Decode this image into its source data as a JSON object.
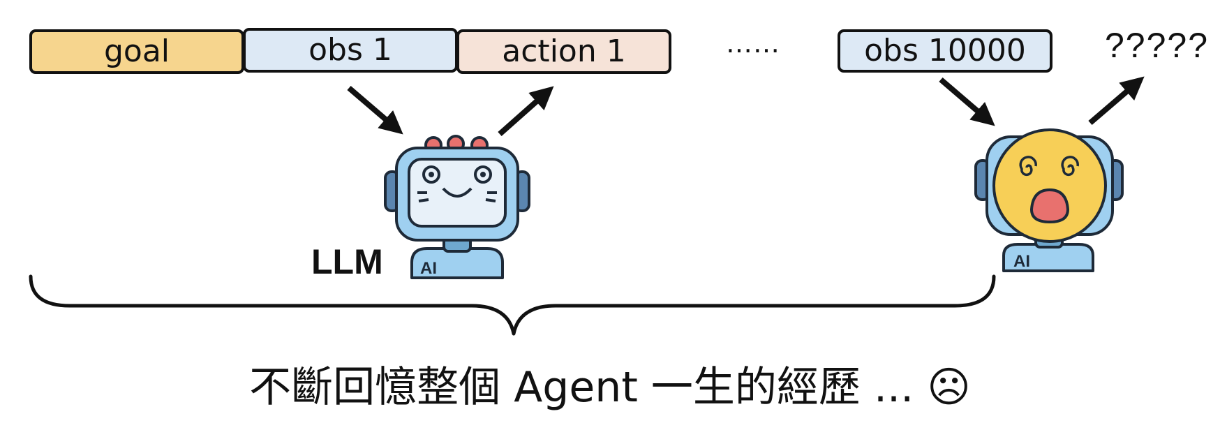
{
  "tokens": {
    "goal": "goal",
    "obs_first": "obs 1",
    "action_first": "action 1",
    "obs_last": "obs 10000"
  },
  "ellipsis": "……",
  "unknown_output": "?????",
  "model_label": "LLM",
  "robot_badge": "AI",
  "caption": "不斷回憶整個 Agent 一生的經歷 ... ☹",
  "colors": {
    "goal": "#f6d58e",
    "obs": "#dde9f5",
    "action": "#f6e3d8",
    "robot_body": "#9fd0f0",
    "robot_face": "#f7cf57"
  }
}
